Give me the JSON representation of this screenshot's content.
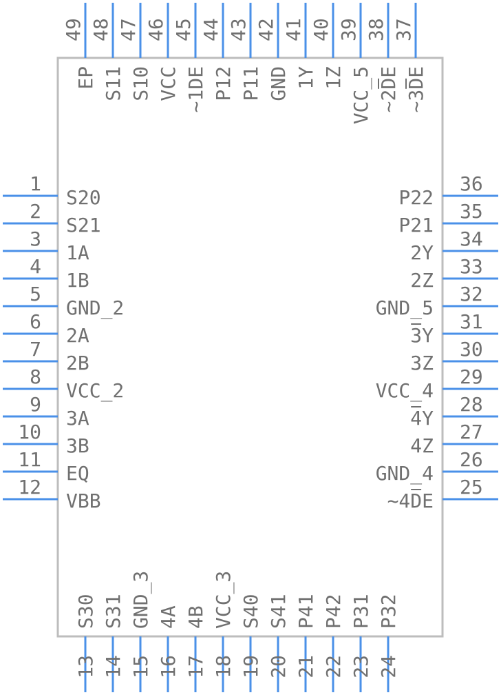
{
  "left_pins": [
    {
      "num": "1",
      "label": "S20"
    },
    {
      "num": "2",
      "label": "S21"
    },
    {
      "num": "3",
      "label": "1A"
    },
    {
      "num": "4",
      "label": "1B"
    },
    {
      "num": "5",
      "label": "GND_2"
    },
    {
      "num": "6",
      "label": "2A"
    },
    {
      "num": "7",
      "label": "2B"
    },
    {
      "num": "8",
      "label": "VCC_2"
    },
    {
      "num": "9",
      "label": "3A"
    },
    {
      "num": "10",
      "label": "3B"
    },
    {
      "num": "11",
      "label": "EQ"
    },
    {
      "num": "12",
      "label": "VBB"
    }
  ],
  "right_pins": [
    {
      "num": "36",
      "label": "P22"
    },
    {
      "num": "35",
      "label": "P21"
    },
    {
      "num": "34",
      "label": "2Y"
    },
    {
      "num": "33",
      "label": "2Z"
    },
    {
      "num": "32",
      "label": "GND_5"
    },
    {
      "num": "31",
      "label": "3Y"
    },
    {
      "num": "30",
      "label": "3Z"
    },
    {
      "num": "29",
      "label": "VCC_4"
    },
    {
      "num": "28",
      "label": "4Y"
    },
    {
      "num": "27",
      "label": "4Z"
    },
    {
      "num": "26",
      "label": "GND_4"
    },
    {
      "num": "25",
      "label": "~4DE"
    }
  ],
  "top_pins": [
    {
      "num": "49",
      "label": "EP"
    },
    {
      "num": "48",
      "label": "S11"
    },
    {
      "num": "47",
      "label": "S10"
    },
    {
      "num": "46",
      "label": "VCC"
    },
    {
      "num": "45",
      "label": "~1DE"
    },
    {
      "num": "44",
      "label": "P12"
    },
    {
      "num": "43",
      "label": "P11"
    },
    {
      "num": "42",
      "label": "GND"
    },
    {
      "num": "41",
      "label": "1Y"
    },
    {
      "num": "40",
      "label": "1Z"
    },
    {
      "num": "39",
      "label": "VCC_5"
    },
    {
      "num": "38",
      "label": "~2DE"
    },
    {
      "num": "37",
      "label": "~3DE"
    }
  ],
  "bottom_pins": [
    {
      "num": "13",
      "label": "S30"
    },
    {
      "num": "14",
      "label": "S31"
    },
    {
      "num": "15",
      "label": "GND_3"
    },
    {
      "num": "16",
      "label": "4A"
    },
    {
      "num": "17",
      "label": "4B"
    },
    {
      "num": "18",
      "label": "VCC_3"
    },
    {
      "num": "19",
      "label": "S40"
    },
    {
      "num": "20",
      "label": "S41"
    },
    {
      "num": "21",
      "label": "P41"
    },
    {
      "num": "22",
      "label": "P42"
    },
    {
      "num": "23",
      "label": "P31"
    },
    {
      "num": "24",
      "label": "P32"
    }
  ],
  "colors": {
    "pin": "#4a90e8",
    "outline": "#bdbdbd",
    "text": "#707070"
  }
}
